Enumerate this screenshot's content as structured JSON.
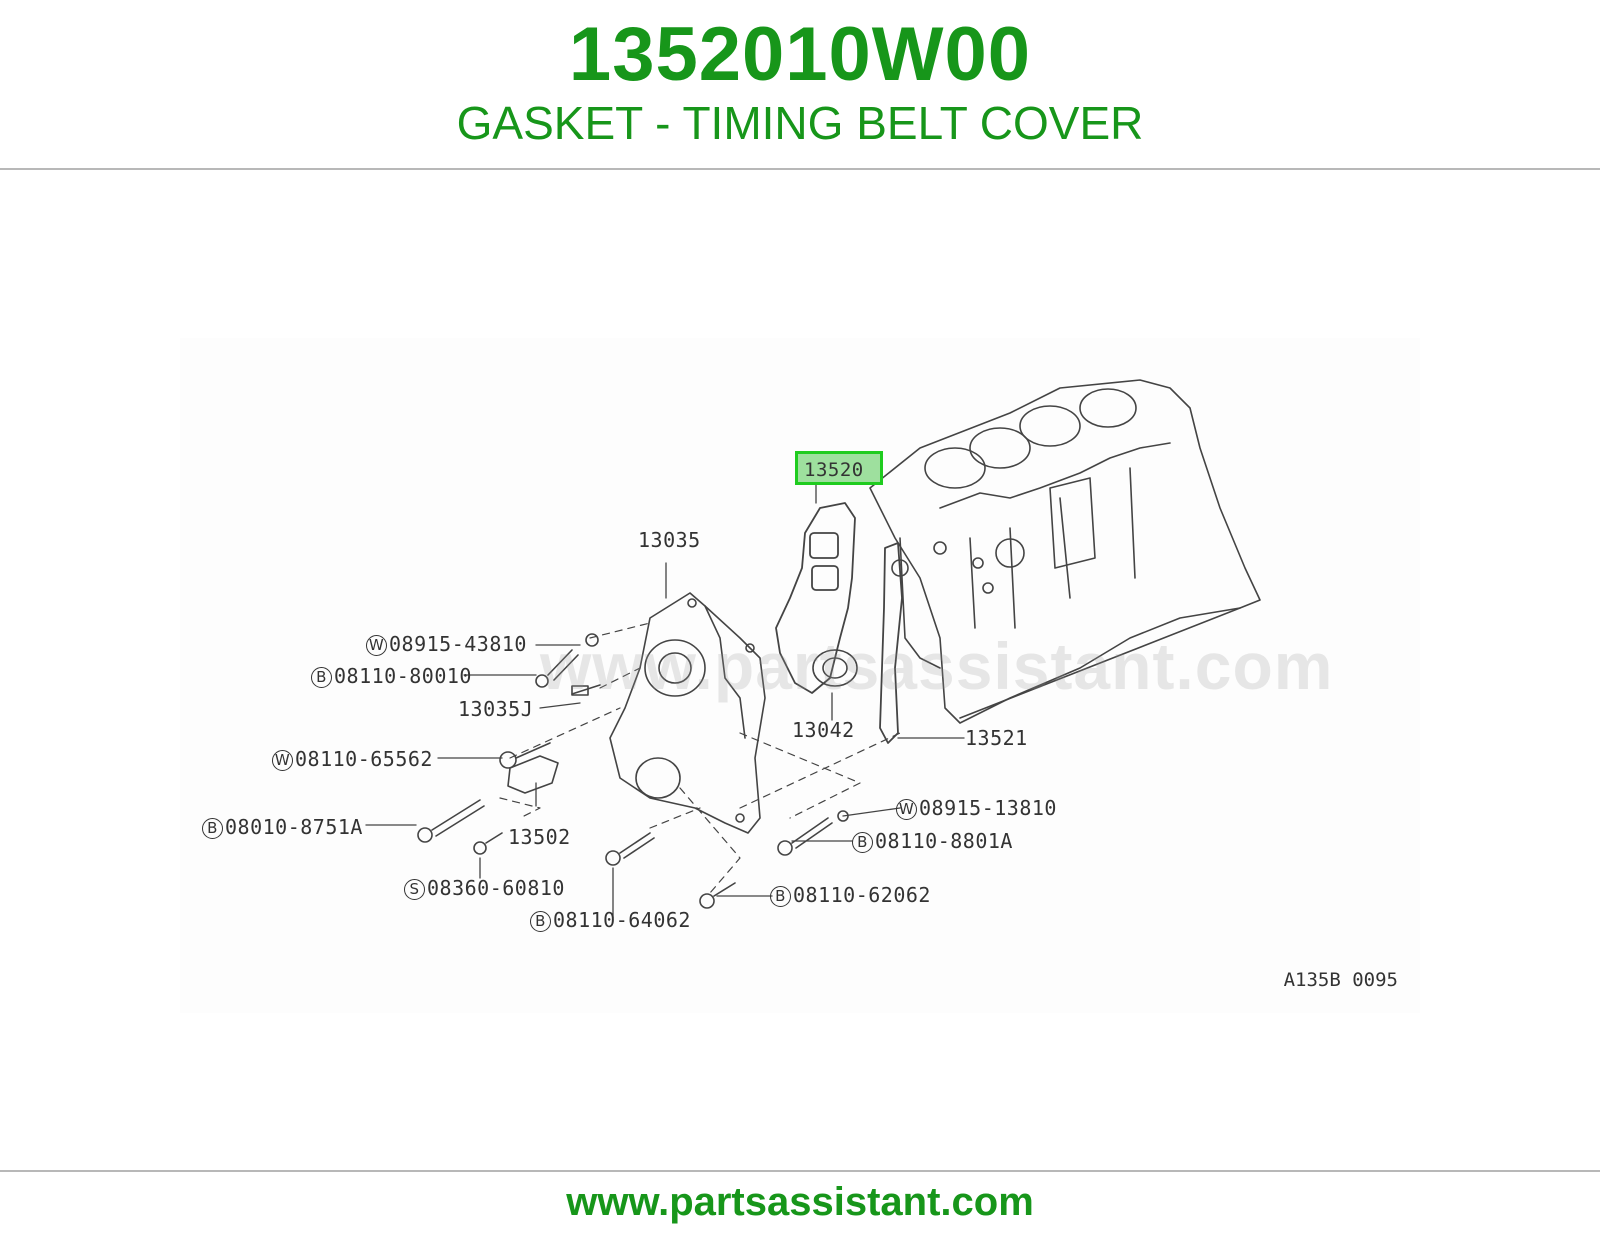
{
  "header": {
    "part_number": "1352010W00",
    "part_name": "GASKET - TIMING BELT COVER"
  },
  "diagram": {
    "highlighted_callout": "13520",
    "watermark": "www.partsassistant.com",
    "figure_id": "A135B 0095",
    "callouts": {
      "c13035": "13035",
      "c13035j": "13035J",
      "c13042": "13042",
      "c13521": "13521",
      "c13502": "13502"
    },
    "parts": [
      {
        "prefix": "W",
        "number": "08915-43810"
      },
      {
        "prefix": "B",
        "number": "08110-80010"
      },
      {
        "prefix": "W",
        "number": "08110-65562"
      },
      {
        "prefix": "B",
        "number": "08010-8751A"
      },
      {
        "prefix": "S",
        "number": "08360-60810"
      },
      {
        "prefix": "B",
        "number": "08110-64062"
      },
      {
        "prefix": "W",
        "number": "08915-13810"
      },
      {
        "prefix": "B",
        "number": "08110-8801A"
      },
      {
        "prefix": "B",
        "number": "08110-62062"
      }
    ]
  },
  "footer": {
    "url": "www.partsassistant.com"
  },
  "colors": {
    "brand_green": "#17961a",
    "highlight_fill": "#9ee09e",
    "highlight_border": "#1fcc1f",
    "divider": "#b8b8b8"
  }
}
